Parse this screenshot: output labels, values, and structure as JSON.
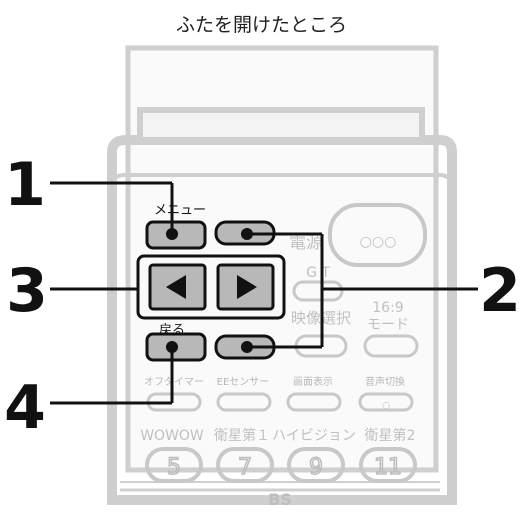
{
  "caption": "ふたを開けたところ",
  "labels": {
    "menu": "メニュー",
    "power": "電源",
    "guide": "G  T",
    "video_select": "映像選択",
    "aspect_mode": "16:9\nモード",
    "back": "戻る",
    "off_timer": "オフタイマー",
    "ee_sensor": "EEセンサー",
    "screen_display": "画面表示",
    "audio_switch": "音声切換",
    "wowow": "WOWOW",
    "eisei1": "衛星第１",
    "hivision": "ハイビジョン",
    "eisei2": "衛星第2",
    "bs": "BS"
  },
  "channel_buttons": [
    "5",
    "7",
    "9",
    "11"
  ],
  "callouts": [
    "1",
    "2",
    "3",
    "4"
  ],
  "power_dots": "○○○",
  "audio_mark": "○",
  "colors": {
    "outline": "#111111",
    "faded": "#c7c7c7",
    "faded_text": "#c0c0c0",
    "button_fill": "#9a9a9a",
    "body_fill": "#f6f6f6"
  }
}
